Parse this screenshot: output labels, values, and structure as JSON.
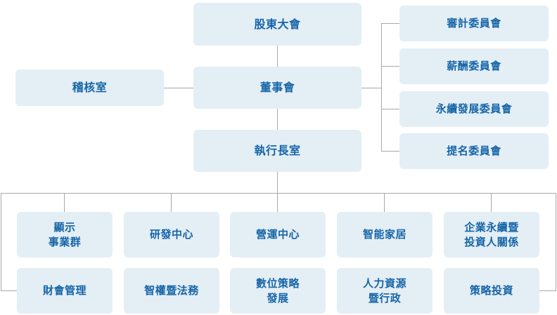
{
  "chart": {
    "type": "org-chart",
    "title": "",
    "colors": {
      "node_fill": "#e4eef5",
      "node_text": "#1565a8",
      "connector": "#a8a8a8",
      "background": "#ffffff"
    },
    "nodes": {
      "shareholders_meeting": "股東大會",
      "board_of_directors": "董事會",
      "ceo_office": "執行長室",
      "audit_office": "稽核室",
      "committee_audit": "審計委員會",
      "committee_compensation": "薪酬委員會",
      "committee_sustainability": "永續發展委員會",
      "committee_nomination": "提名委員會",
      "dept_display_business_group": "顯示\n事業群",
      "dept_rd_center": "研發中心",
      "dept_operations_center": "營運中心",
      "dept_smart_home": "智能家居",
      "dept_corporate_sustainability_ir": "企業永續暨\n投資人關係",
      "dept_finance_accounting": "財會管理",
      "dept_ip_legal": "智權暨法務",
      "dept_digital_strategy": "數位策略\n發展",
      "dept_hr_admin": "人力資源\n暨行政",
      "dept_strategic_investment": "策略投資"
    },
    "relations": [
      {
        "from": "shareholders_meeting",
        "to": "board_of_directors"
      },
      {
        "from": "board_of_directors",
        "to": "ceo_office"
      },
      {
        "from": "board_of_directors",
        "to": "audit_office"
      },
      {
        "from": "board_of_directors",
        "to": "committee_audit"
      },
      {
        "from": "board_of_directors",
        "to": "committee_compensation"
      },
      {
        "from": "board_of_directors",
        "to": "committee_sustainability"
      },
      {
        "from": "board_of_directors",
        "to": "committee_nomination"
      },
      {
        "from": "ceo_office",
        "to": "dept_display_business_group"
      },
      {
        "from": "ceo_office",
        "to": "dept_rd_center"
      },
      {
        "from": "ceo_office",
        "to": "dept_operations_center"
      },
      {
        "from": "ceo_office",
        "to": "dept_smart_home"
      },
      {
        "from": "ceo_office",
        "to": "dept_corporate_sustainability_ir"
      },
      {
        "from": "ceo_office",
        "to": "dept_finance_accounting"
      },
      {
        "from": "ceo_office",
        "to": "dept_ip_legal"
      },
      {
        "from": "ceo_office",
        "to": "dept_digital_strategy"
      },
      {
        "from": "ceo_office",
        "to": "dept_hr_admin"
      },
      {
        "from": "ceo_office",
        "to": "dept_strategic_investment"
      }
    ]
  }
}
